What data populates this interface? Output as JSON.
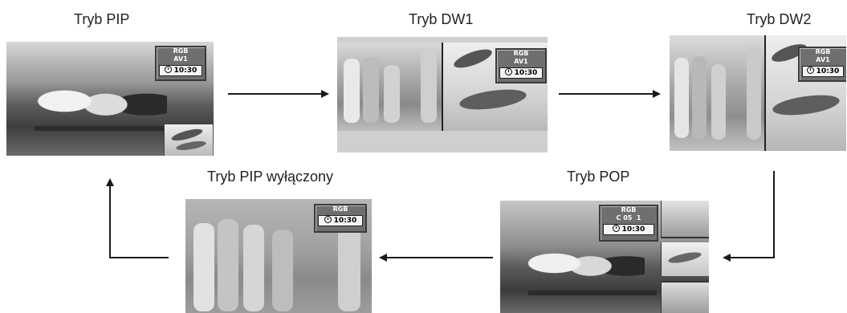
{
  "modes": {
    "pip": {
      "title": "Tryb PIP",
      "osd_line1": "RGB",
      "osd_line2": "AV1",
      "time": "10:30"
    },
    "dw1": {
      "title": "Tryb DW1",
      "osd_line1": "RGB",
      "osd_line2": "AV1",
      "time": "10:30"
    },
    "dw2": {
      "title": "Tryb DW2",
      "osd_line1": "RGB",
      "osd_line2": "AV1",
      "time": "10:30"
    },
    "pop": {
      "title": "Tryb POP",
      "osd_line1": "RGB",
      "osd_line2": "C 05  1",
      "time": "10:30"
    },
    "off": {
      "title": "Tryb PIP wyłączony",
      "osd_line1": "RGB",
      "time": "10:30"
    }
  },
  "icons": {
    "clock": "clock-icon"
  },
  "colors": {
    "arrow": "#1a1a1a",
    "osd_bg": "#6f6f6f"
  }
}
